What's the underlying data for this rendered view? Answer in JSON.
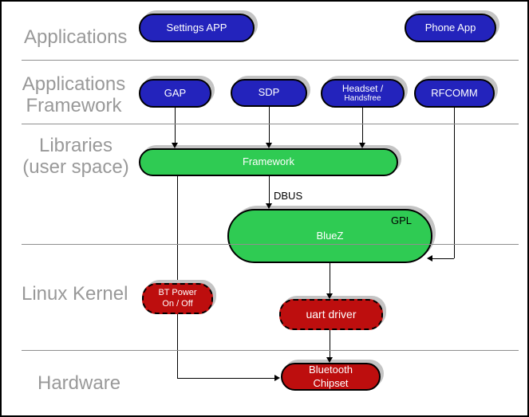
{
  "colors": {
    "blue": "#2323BC",
    "green": "#2FCB53",
    "red": "#BD0E0E",
    "label_gray": "#999999",
    "shadow": "#C4C4C4"
  },
  "layer_labels": [
    {
      "text": "Applications"
    },
    {
      "text": "Applications\nFramework"
    },
    {
      "text": "Libraries\n(user space)"
    },
    {
      "text": "Linux Kernel"
    },
    {
      "text": "Hardware"
    }
  ],
  "nodes": {
    "settings_app": {
      "label": "Settings APP"
    },
    "phone_app": {
      "label": "Phone App"
    },
    "gap": {
      "label": "GAP"
    },
    "sdp": {
      "label": "SDP"
    },
    "headset": {
      "line1": "Headset /",
      "line2": "Handsfree"
    },
    "rfcomm": {
      "label": "RFCOMM"
    },
    "framework": {
      "label": "Framework"
    },
    "bluez": {
      "label": "BlueZ",
      "tag": "GPL"
    },
    "bt_power": {
      "label": "BT Power\nOn / Off"
    },
    "uart_driver": {
      "label": "uart driver"
    },
    "bluetooth_chipset": {
      "label": "Bluetooth\nChipset"
    }
  },
  "edge_labels": {
    "dbus": "DBUS"
  }
}
